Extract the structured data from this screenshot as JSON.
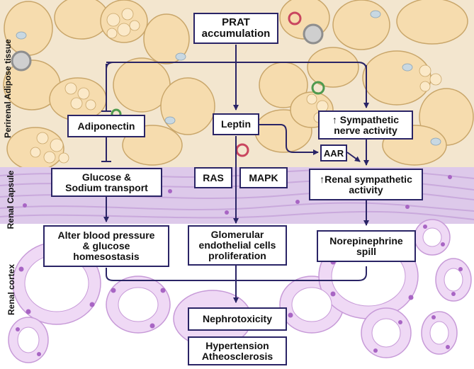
{
  "side_labels": {
    "adipose": "Perirenal Adipose tissue",
    "capsule": "Renal Capsule",
    "cortex": "Renal cortex"
  },
  "boxes": {
    "prat": "PRAT\naccumulation",
    "adiponectin": "Adiponectin",
    "leptin": "Leptin",
    "sympathetic_nerve": "↑ Sympathetic\nnerve activity",
    "aar": "AAR",
    "glucose_sodium": "Glucose &\nSodium transport",
    "ras": "RAS",
    "mapk": "MAPK",
    "renal_sympathetic": "↑Renal sympathetic\nactivity",
    "alter_bp": "Alter blood pressure\n& glucose\nhomesostasis",
    "glomerular": "Glomerular\nendothelial cells\nproliferation",
    "norepinephrine": "Norepinephrine\nspill",
    "nephrotoxicity": "Nephrotoxicity",
    "hypertension": "Hypertension\nAtheosclerosis"
  },
  "colors": {
    "box_border": "#2a2466",
    "arrow": "#2a2466",
    "fat": "#f6dcae",
    "fat_border": "#c9a66a",
    "capsule": "#ddc9ea",
    "capsule_fiber": "#c9a9dc",
    "cortex": "#efd9f5",
    "tubule_border": "#c79ad8",
    "nucleus": "#a865c4"
  }
}
